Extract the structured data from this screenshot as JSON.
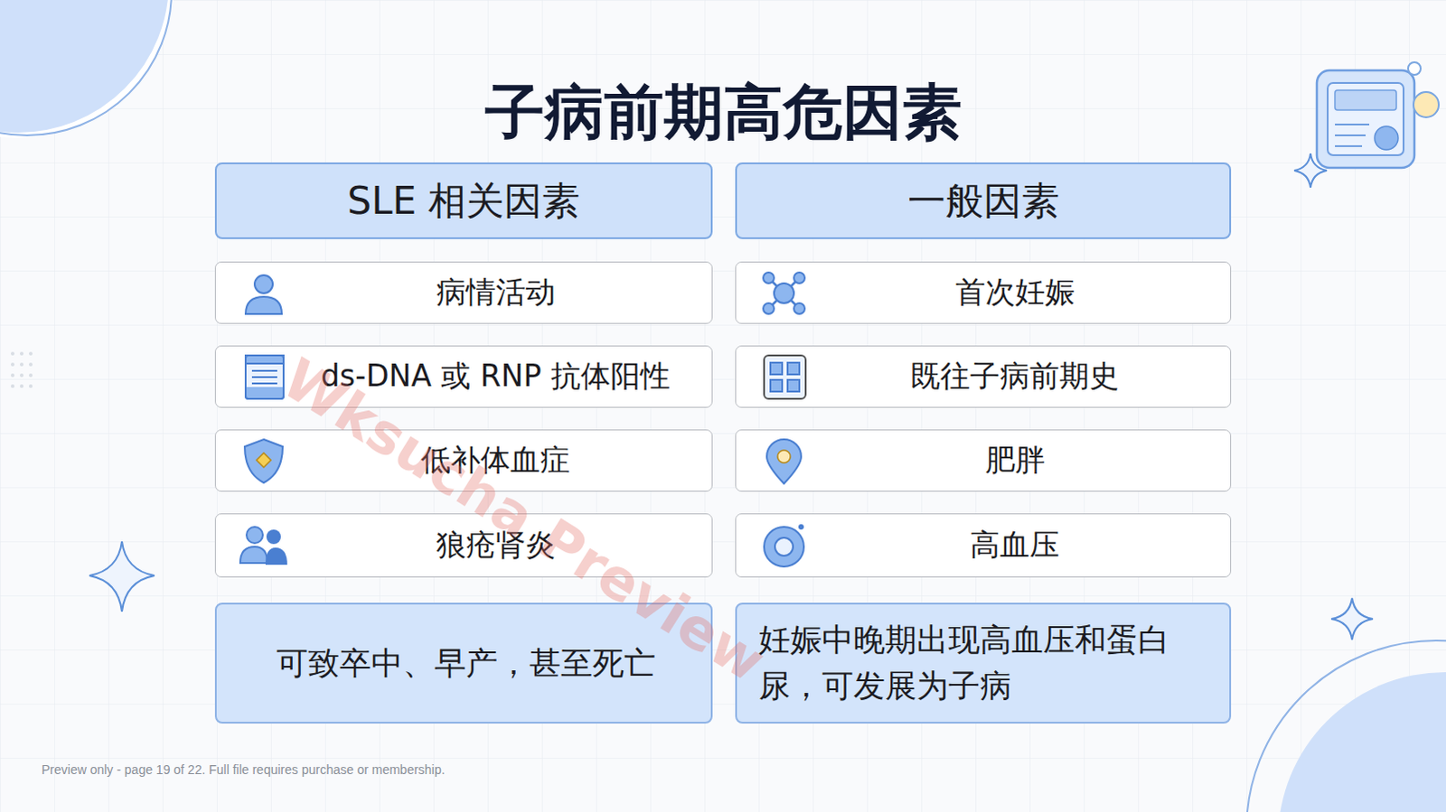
{
  "diagram": {
    "title": "子病前期高危因素",
    "nodes": [
      {
        "text": [
          "SLE 相关因素"
        ]
      },
      {
        "text": [
          "一般因素"
        ]
      },
      {
        "text": [
          "病情活动"
        ]
      },
      {
        "text": [
          "首次妊娠"
        ]
      },
      {
        "text": [
          "ds-DNA 或 RNP 抗体阳性"
        ]
      },
      {
        "text": [
          "既往子病前期史"
        ]
      },
      {
        "text": [
          "低补体血症"
        ]
      },
      {
        "text": [
          "肥胖"
        ]
      },
      {
        "text": [
          "狼疮肾炎"
        ]
      },
      {
        "text": [
          "高血压"
        ]
      },
      {
        "text": [
          "可致卒中、早产，甚至死亡"
        ]
      },
      {
        "text": [
          "妊娠中晚期出现高血压和蛋白尿，可发展为子病"
        ]
      }
    ],
    "labels": [
      "Wksucha Preview",
      "Preview only - page 19 of 22. Full file requires purchase or membership."
    ]
  }
}
